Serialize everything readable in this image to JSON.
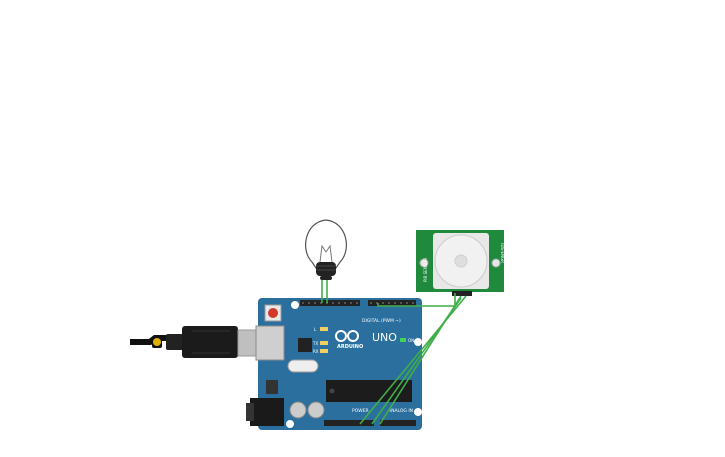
{
  "arduino": {
    "brand": "ARDUINO",
    "model": "UNO",
    "digital_header_label": "DIGITAL (PWM ~)",
    "power_label": "POWER",
    "analog_label": "ANALOG IN",
    "on_label": "ON",
    "tx_label": "TX",
    "rx_label": "RX",
    "l_label": "L",
    "board_color": "#2a6f9e"
  },
  "pir_sensor": {
    "left_label": "PIR SENSOR",
    "right_label": "TDS-ENGR",
    "board_color": "#1f8a3c",
    "dome_color": "#f1f1f1"
  },
  "bulb": {
    "base_color": "#222222"
  },
  "wires": {
    "color": "#3fae49"
  }
}
